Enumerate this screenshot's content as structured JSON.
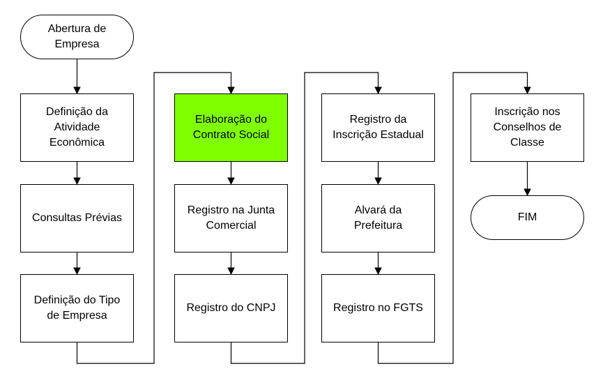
{
  "diagram": {
    "colors": {
      "highlight": "#80ff00",
      "stroke": "#000000",
      "background": "#ffffff"
    },
    "nodes": [
      {
        "id": "abertura",
        "label": "Abertura de\nEmpresa",
        "shape": "terminal"
      },
      {
        "id": "definicao-atividade",
        "label": "Definição da\nAtividade\nEconômica",
        "shape": "process"
      },
      {
        "id": "consultas-previas",
        "label": "Consultas Prévias",
        "shape": "process"
      },
      {
        "id": "definicao-tipo",
        "label": "Definição do Tipo\nde Empresa",
        "shape": "process"
      },
      {
        "id": "elaboracao-contrato",
        "label": "Elaboração do\nContrato Social",
        "shape": "process",
        "highlighted": true
      },
      {
        "id": "registro-junta",
        "label": "Registro na Junta\nComercial",
        "shape": "process"
      },
      {
        "id": "registro-cnpj",
        "label": "Registro do CNPJ",
        "shape": "process"
      },
      {
        "id": "registro-inscricao",
        "label": "Registro da\nInscrição Estadual",
        "shape": "process"
      },
      {
        "id": "alvara",
        "label": "Alvará da\nPrefeitura",
        "shape": "process"
      },
      {
        "id": "registro-fgts",
        "label": "Registro no FGTS",
        "shape": "process"
      },
      {
        "id": "inscricao-conselhos",
        "label": "Inscrição nos\nConselhos de\nClasse",
        "shape": "process"
      },
      {
        "id": "fim",
        "label": "FIM",
        "shape": "terminal"
      }
    ],
    "edges": [
      [
        "abertura",
        "definicao-atividade"
      ],
      [
        "definicao-atividade",
        "consultas-previas"
      ],
      [
        "consultas-previas",
        "definicao-tipo"
      ],
      [
        "definicao-tipo",
        "elaboracao-contrato"
      ],
      [
        "elaboracao-contrato",
        "registro-junta"
      ],
      [
        "registro-junta",
        "registro-cnpj"
      ],
      [
        "registro-cnpj",
        "registro-inscricao"
      ],
      [
        "registro-inscricao",
        "alvara"
      ],
      [
        "alvara",
        "registro-fgts"
      ],
      [
        "registro-fgts",
        "inscricao-conselhos"
      ],
      [
        "inscricao-conselhos",
        "fim"
      ]
    ]
  }
}
